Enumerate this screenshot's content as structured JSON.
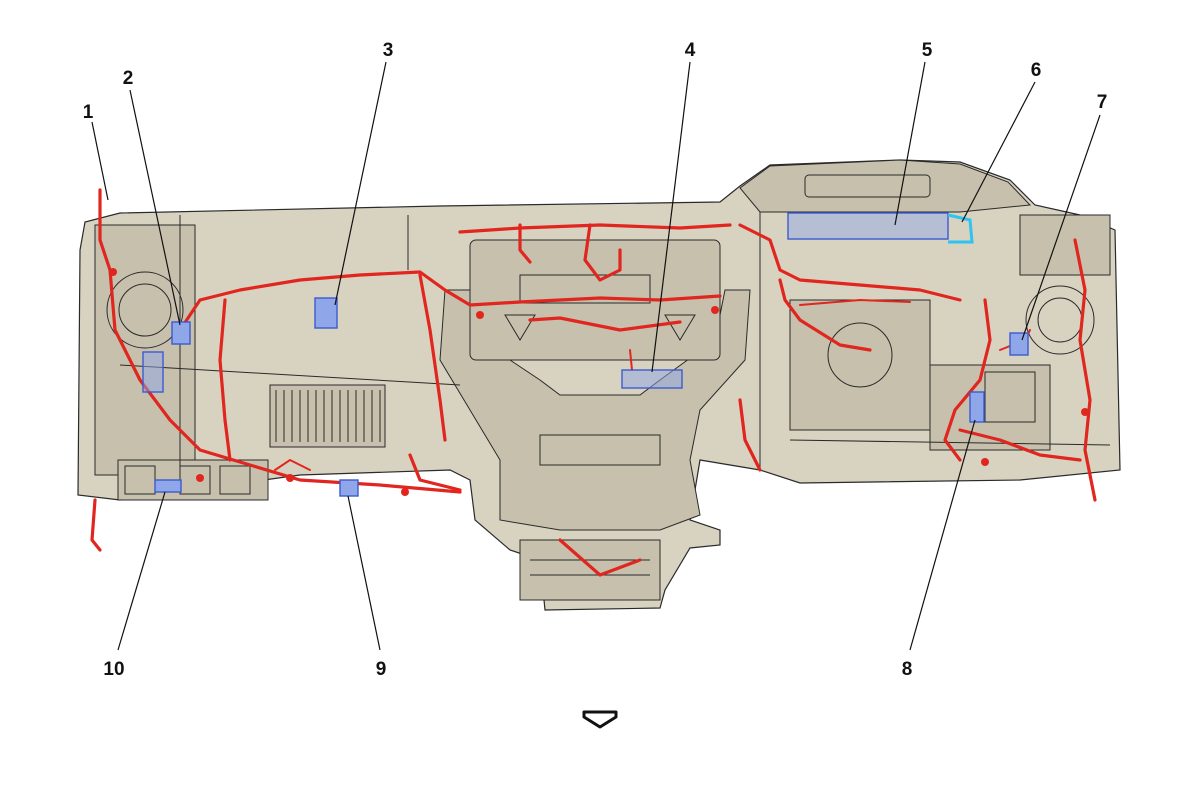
{
  "figure": {
    "callouts": [
      {
        "id": "c1",
        "label": "1"
      },
      {
        "id": "c2",
        "label": "2"
      },
      {
        "id": "c3",
        "label": "3"
      },
      {
        "id": "c4",
        "label": "4"
      },
      {
        "id": "c5",
        "label": "5"
      },
      {
        "id": "c6",
        "label": "6"
      },
      {
        "id": "c7",
        "label": "7"
      },
      {
        "id": "c8",
        "label": "8"
      },
      {
        "id": "c9",
        "label": "9"
      },
      {
        "id": "c10",
        "label": "10"
      }
    ],
    "colors": {
      "harness": "#e0261f",
      "connector": "#8fa6e8",
      "connector_outline": "#3b5bd0",
      "highlight": "#2ec3f0",
      "panel": "#d8d2c1"
    },
    "direction_indicator_icon": "front-arrow-icon"
  }
}
